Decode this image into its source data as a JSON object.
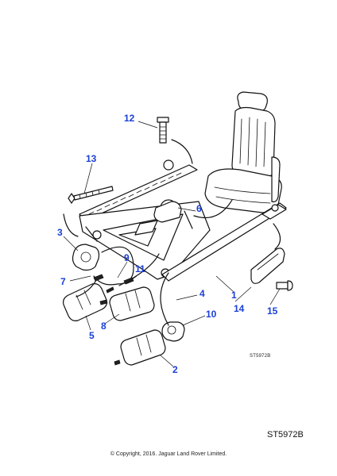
{
  "diagram": {
    "callouts": [
      {
        "id": "12",
        "label": "12"
      },
      {
        "id": "13",
        "label": "13"
      },
      {
        "id": "6",
        "label": "6"
      },
      {
        "id": "3",
        "label": "3"
      },
      {
        "id": "9",
        "label": "9"
      },
      {
        "id": "11",
        "label": "11"
      },
      {
        "id": "7",
        "label": "7"
      },
      {
        "id": "4",
        "label": "4"
      },
      {
        "id": "1",
        "label": "1"
      },
      {
        "id": "14",
        "label": "14"
      },
      {
        "id": "15",
        "label": "15"
      },
      {
        "id": "10",
        "label": "10"
      },
      {
        "id": "5",
        "label": "5"
      },
      {
        "id": "8",
        "label": "8"
      },
      {
        "id": "2",
        "label": "2"
      }
    ],
    "ref_small": "ST5972B",
    "ref_large": "ST5972B",
    "copyright": "© Copyright, 2016. Jaguar Land Rover Limited."
  }
}
